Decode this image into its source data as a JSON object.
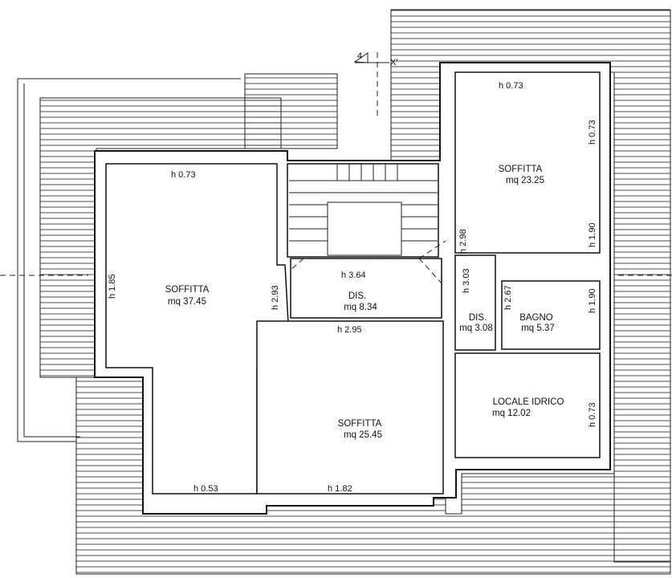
{
  "plan": {
    "section_marker": {
      "number": "4",
      "label": "X'"
    },
    "rooms": [
      {
        "name": "SOFFITTA",
        "area": "mq 37.45"
      },
      {
        "name": "DIS.",
        "area": "mq 8.34"
      },
      {
        "name": "SOFFITTA",
        "area": "mq 23.25"
      },
      {
        "name": "DIS.",
        "area": "mq 3.08"
      },
      {
        "name": "BAGNO",
        "area": "mq 5.37"
      },
      {
        "name": "LOCALE IDRICO",
        "area": "mq 12.02"
      },
      {
        "name": "SOFFITTA",
        "area": "mq 25.45"
      }
    ],
    "heights": [
      "h 0.73",
      "h 1.85",
      "h 2.93",
      "h 3.64",
      "h 2.95",
      "h 0.73",
      "h 0.73",
      "h 1.90",
      "h 1.90",
      "h 2.98",
      "h 3.03",
      "h 2.67",
      "h 0.73",
      "h 0.53",
      "h 1.82"
    ]
  }
}
